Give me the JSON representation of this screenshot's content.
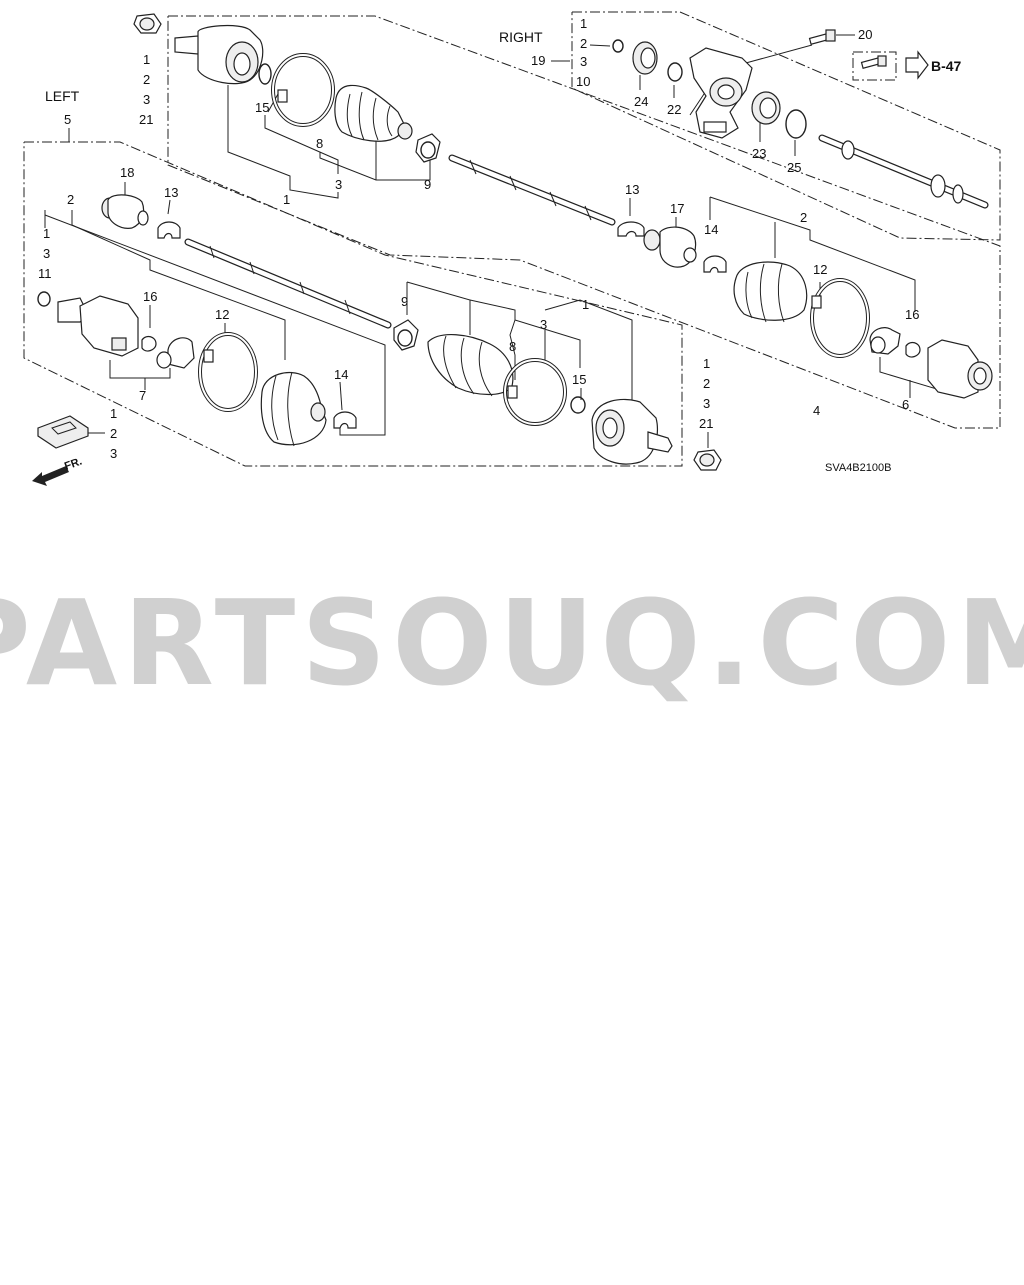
{
  "diagram": {
    "diagram_code": "SVA4B2100B",
    "side_labels": {
      "left": "LEFT",
      "right": "RIGHT"
    },
    "reference": {
      "label": "B-47"
    },
    "direction": {
      "label": "FR."
    },
    "watermark": "PARTSOUQ.COM",
    "callouts": {
      "nut_top": [
        "1",
        "2",
        "3",
        "21"
      ],
      "left_assembly": "5",
      "right_bracket": [
        "1",
        "2",
        "19",
        "3",
        "10"
      ],
      "bolt": "20",
      "bracket_parts": [
        "24",
        "22",
        "23",
        "25"
      ],
      "upper_outer_boot": [
        "15",
        "8",
        "3",
        "1",
        "9"
      ],
      "upper_inner_shaft": [
        "13",
        "17",
        "14",
        "2",
        "12",
        "16",
        "6",
        "4"
      ],
      "left_inner": [
        "18",
        "13",
        "2",
        "1",
        "3",
        "11",
        "16",
        "7",
        "12",
        "14"
      ],
      "lower_outer": [
        "9",
        "8",
        "3",
        "1",
        "15"
      ],
      "nut_bottom": [
        "1",
        "2",
        "3",
        "21"
      ],
      "grease_pack": [
        "1",
        "2",
        "3"
      ]
    }
  }
}
